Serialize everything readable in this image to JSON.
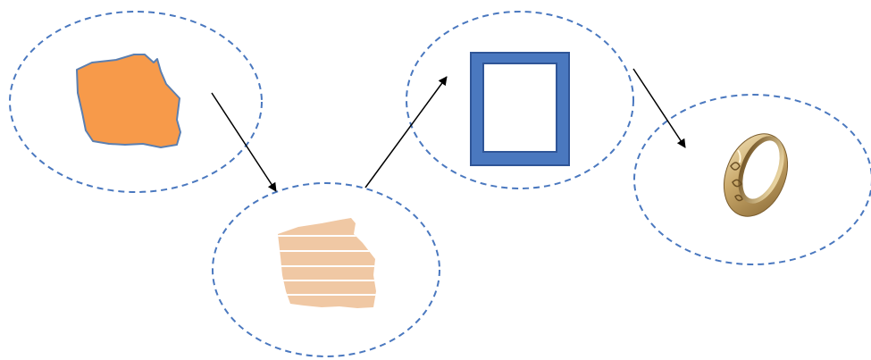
{
  "diagram": {
    "stages": [
      {
        "id": "raw-shape",
        "icon": "irregular-blob"
      },
      {
        "id": "sliced-shape",
        "icon": "striped-blob"
      },
      {
        "id": "framed-square",
        "icon": "square-frame"
      },
      {
        "id": "finished-ring",
        "icon": "gold-ring"
      }
    ],
    "arrows": [
      {
        "from": "raw-shape",
        "to": "sliced-shape"
      },
      {
        "from": "sliced-shape",
        "to": "framed-square"
      },
      {
        "from": "framed-square",
        "to": "finished-ring"
      }
    ],
    "colors": {
      "ellipse_stroke": "#4a78bf",
      "blob_fill": "#f79a4a",
      "blob_stroke": "#5b7fb0",
      "striped_fill": "#f0c8a4",
      "stripe_line": "#ffffff",
      "frame_outer": "#2f5597",
      "frame_fill": "#4a78bf",
      "ring_gold": "#c9a86a",
      "arrow": "#000000"
    }
  }
}
